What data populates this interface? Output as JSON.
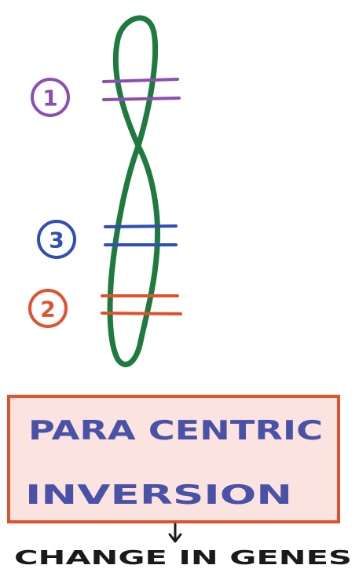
{
  "diagram": {
    "markers": [
      {
        "label": "1",
        "color": "#8b4fb3"
      },
      {
        "label": "3",
        "color": "#2f4fb4"
      },
      {
        "label": "2",
        "color": "#e0522e"
      }
    ],
    "box": {
      "line1": "PARA CENTRIC",
      "line2": "INVERSION",
      "fill": "#fbe3e0",
      "border": "#e0522e"
    },
    "caption": "CHANGE IN GENES",
    "colors": {
      "chromosome": "#1f7a3f",
      "text": "#4a52a8"
    }
  }
}
